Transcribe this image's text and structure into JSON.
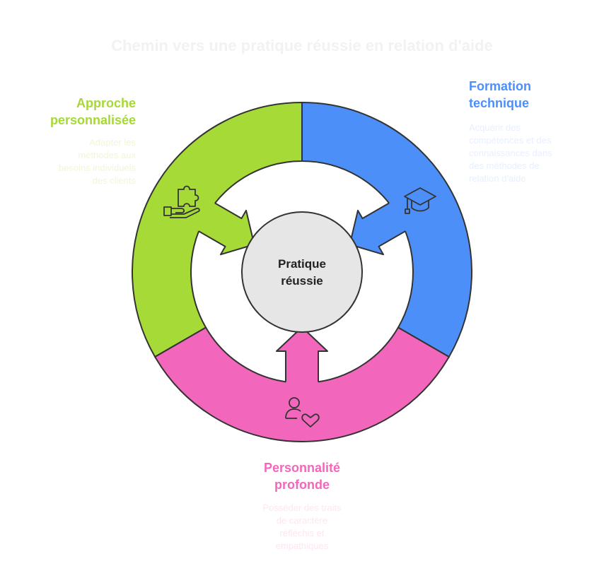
{
  "title": "Chemin vers une pratique réussie en relation d'aide",
  "center": {
    "line1": "Pratique",
    "line2": "réussie"
  },
  "segments": [
    {
      "id": "approche",
      "heading_1": "Approche",
      "heading_2": "personnalisée",
      "desc": [
        "Adapter les",
        "méthodes aux",
        "besoins individuels",
        "des clients"
      ],
      "color": "#a6da37",
      "text_color": "#a6d936",
      "desc_color": "#eef8d6",
      "icon": "puzzle-hand-icon"
    },
    {
      "id": "formation",
      "heading_1": "Formation",
      "heading_2": "technique",
      "desc": [
        "Acquérir des",
        "compétences et des",
        "connaissances dans",
        "des méthodes de",
        "relation d'aide"
      ],
      "color": "#4d8ff9",
      "text_color": "#4d8ff9",
      "desc_color": "#e8effd",
      "icon": "graduation-cap-icon"
    },
    {
      "id": "personnalite",
      "heading_1": "Personnalité",
      "heading_2": "profonde",
      "desc": [
        "Posséder des traits",
        "de caractère",
        "réfléchis et",
        "empathiques"
      ],
      "color": "#f266bc",
      "text_color": "#f266bc",
      "desc_color": "#fde6f3",
      "icon": "person-heart-icon"
    }
  ]
}
